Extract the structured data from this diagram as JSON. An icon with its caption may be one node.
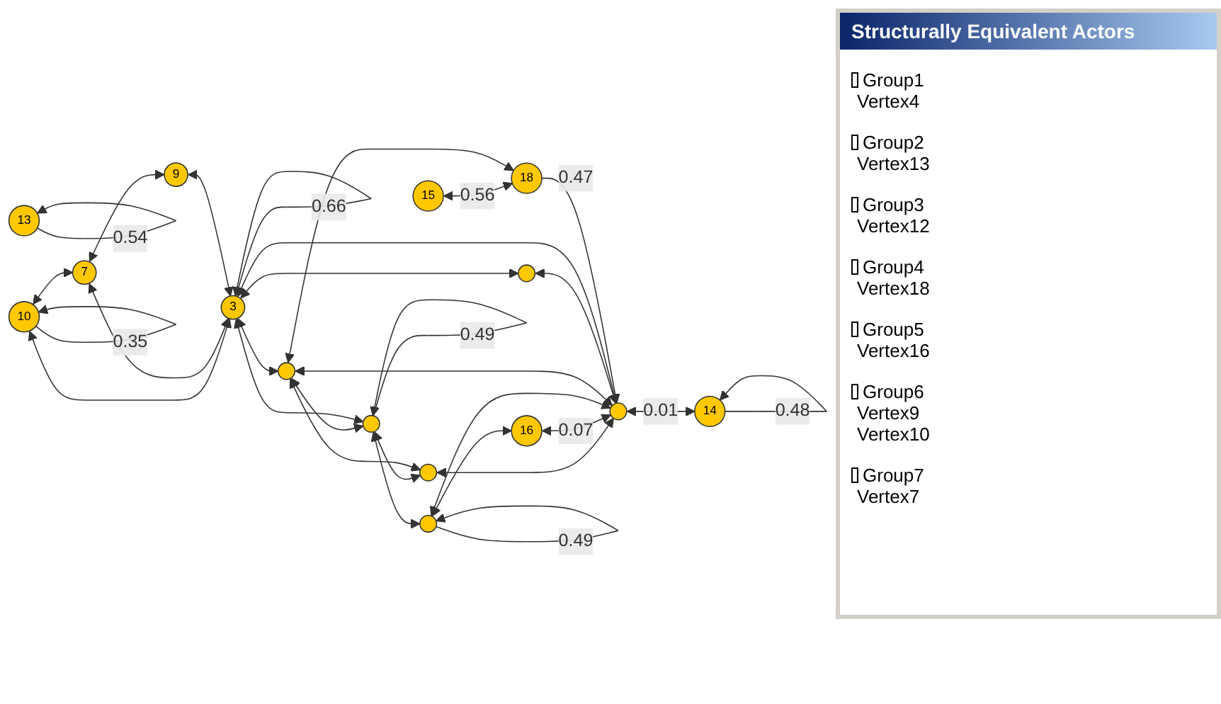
{
  "diagram": {
    "nodes": [
      {
        "text": [
          "13"
        ]
      },
      {
        "text": [],
        "shape": "circle"
      },
      {
        "text": [],
        "shape": "circle"
      },
      {
        "text": [
          "16"
        ]
      },
      {
        "text": [],
        "shape": "circle"
      },
      {
        "text": [],
        "shape": "circle"
      },
      {
        "text": [],
        "shape": "circle"
      },
      {
        "text": [],
        "shape": "circle"
      },
      {
        "text": [
          "3"
        ]
      },
      {
        "text": [
          "15"
        ]
      },
      {
        "text": [
          "18"
        ]
      },
      {
        "text": [
          "14"
        ]
      },
      {
        "text": [
          "10"
        ]
      },
      {
        "text": [
          "7"
        ]
      },
      {
        "text": [
          "9"
        ]
      }
    ],
    "edges": [
      {
        "from": 0,
        "to": 0,
        "arrow": "to",
        "label": "0.54"
      },
      {
        "from": 1,
        "to": 1,
        "arrow": "to",
        "label": "0.49"
      },
      {
        "from": 2,
        "to": 2,
        "arrow": "to",
        "label": "0.49"
      },
      {
        "from": 8,
        "to": 8,
        "arrow": "to",
        "label": "0.66"
      },
      {
        "from": 11,
        "to": 11,
        "arrow": "to",
        "label": "0.48"
      },
      {
        "from": 12,
        "to": 12,
        "arrow": "to",
        "label": "0.35"
      },
      {
        "from": 2,
        "to": 3,
        "arrow": "both"
      },
      {
        "from": 1,
        "to": 2,
        "arrow": "both"
      },
      {
        "from": 1,
        "to": 4,
        "arrow": "both"
      },
      {
        "from": 4,
        "to": 5,
        "arrow": "both"
      },
      {
        "from": 3,
        "to": 5,
        "arrow": "both",
        "label": "0.07"
      },
      {
        "from": 2,
        "to": 5,
        "arrow": "both"
      },
      {
        "from": 6,
        "to": 1,
        "arrow": "both"
      },
      {
        "from": 6,
        "to": 4,
        "arrow": "both"
      },
      {
        "from": 6,
        "to": 5,
        "arrow": "both"
      },
      {
        "from": 7,
        "to": 5,
        "arrow": "both"
      },
      {
        "from": 8,
        "to": 6,
        "arrow": "both"
      },
      {
        "from": 8,
        "to": 7,
        "arrow": "both"
      },
      {
        "from": 8,
        "to": 1,
        "arrow": "both"
      },
      {
        "from": 8,
        "to": 5,
        "arrow": "both"
      },
      {
        "from": 9,
        "to": 10,
        "arrow": "both",
        "label": "0.56"
      },
      {
        "from": 6,
        "to": 10,
        "arrow": "both"
      },
      {
        "from": 10,
        "to": 5,
        "arrow": "to",
        "label": "0.47"
      },
      {
        "from": 5,
        "to": 11,
        "arrow": "both",
        "label": "0.01"
      },
      {
        "from": 12,
        "to": 8,
        "arrow": "both"
      },
      {
        "from": 13,
        "to": 8,
        "arrow": "both"
      },
      {
        "from": 14,
        "to": 8,
        "arrow": "both"
      },
      {
        "from": 12,
        "to": 13,
        "arrow": "both"
      },
      {
        "from": 13,
        "to": 14,
        "arrow": "both"
      }
    ],
    "labels": [
      "Structurally Equivalent Actors",
      "Group1",
      "Vertex4",
      "Group2",
      "Vertex13",
      "Group3",
      "Vertex12",
      "Group4",
      "Vertex18",
      "Group5",
      "Vertex16",
      "Group6",
      "Vertex9",
      "Vertex10",
      "Group7",
      "Vertex7"
    ]
  }
}
